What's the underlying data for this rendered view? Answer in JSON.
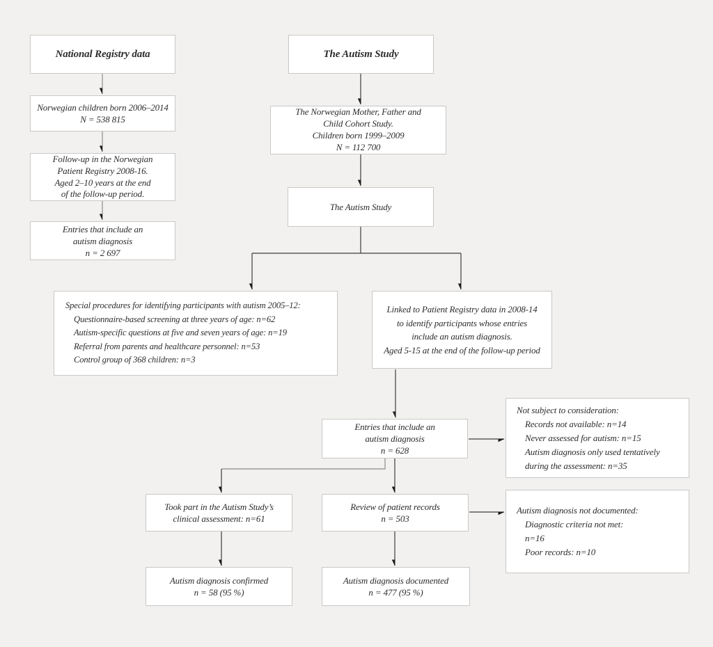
{
  "figure": {
    "type": "flowchart",
    "background": "#f2f1ef",
    "box_background": "#ffffff",
    "box_border": "#c9c8c6",
    "text_color": "#2d2d2d",
    "connector_gray": "#9a9a98",
    "connector_dark": "#3c3c3c",
    "arrowhead_color": "#1c1c1c"
  },
  "nodes": {
    "national_registry": {
      "title": "National Registry data"
    },
    "norwegian_children": {
      "lines": [
        "Norwegian children born 2006–2014",
        "N = 538 815"
      ]
    },
    "followup_registry": {
      "lines": [
        "Follow-up in the Norwegian",
        "Patient Registry 2008-16.",
        "Aged 2–10 years at the end",
        "of the follow-up period."
      ]
    },
    "entries_2697": {
      "lines": [
        "Entries that include an",
        "autism diagnosis",
        "n = 2 697"
      ]
    },
    "autism_study_header": {
      "title": "The Autism Study"
    },
    "moba": {
      "lines": [
        "The Norwegian Mother, Father and",
        "Child Cohort Study.",
        "Children born 1999–2009",
        "N = 112 700"
      ]
    },
    "autism_study": {
      "title": "The Autism Study"
    },
    "special_procedures": {
      "lines": [
        "Special procedures for identifying participants with autism 2005–12:",
        "Questionnaire-based screening at three years of age: n=62",
        "Autism-specific questions at five and seven years of age: n=19",
        "Referral from parents and healthcare personnel: n=53",
        "Control group of 368 children: n=3"
      ]
    },
    "linked_registry": {
      "lines": [
        "Linked to Patient Registry data in 2008-14",
        "to identify participants whose entries",
        "include an autism diagnosis.",
        "Aged 5-15 at the end of the follow-up period"
      ]
    },
    "entries_628": {
      "lines": [
        "Entries that include an",
        "autism diagnosis",
        "n = 628"
      ]
    },
    "not_subject": {
      "lines": [
        "Not subject to consideration:",
        "Records not available: n=14",
        "Never assessed for autism: n=15",
        "Autism diagnosis only used tentatively",
        "during the assessment: n=35"
      ]
    },
    "took_part": {
      "lines": [
        "Took part in the Autism Study’s",
        "clinical assessment: n=61"
      ]
    },
    "review_records": {
      "lines": [
        "Review of patient records",
        "n = 503"
      ]
    },
    "not_documented": {
      "lines": [
        "Autism diagnosis not documented:",
        "Diagnostic criteria not met:",
        "n=16",
        "Poor records: n=10"
      ]
    },
    "confirmed": {
      "lines": [
        "Autism diagnosis confirmed",
        "n = 58 (95 %)"
      ]
    },
    "documented": {
      "lines": [
        "Autism diagnosis documented",
        "n = 477 (95 %)"
      ]
    }
  }
}
